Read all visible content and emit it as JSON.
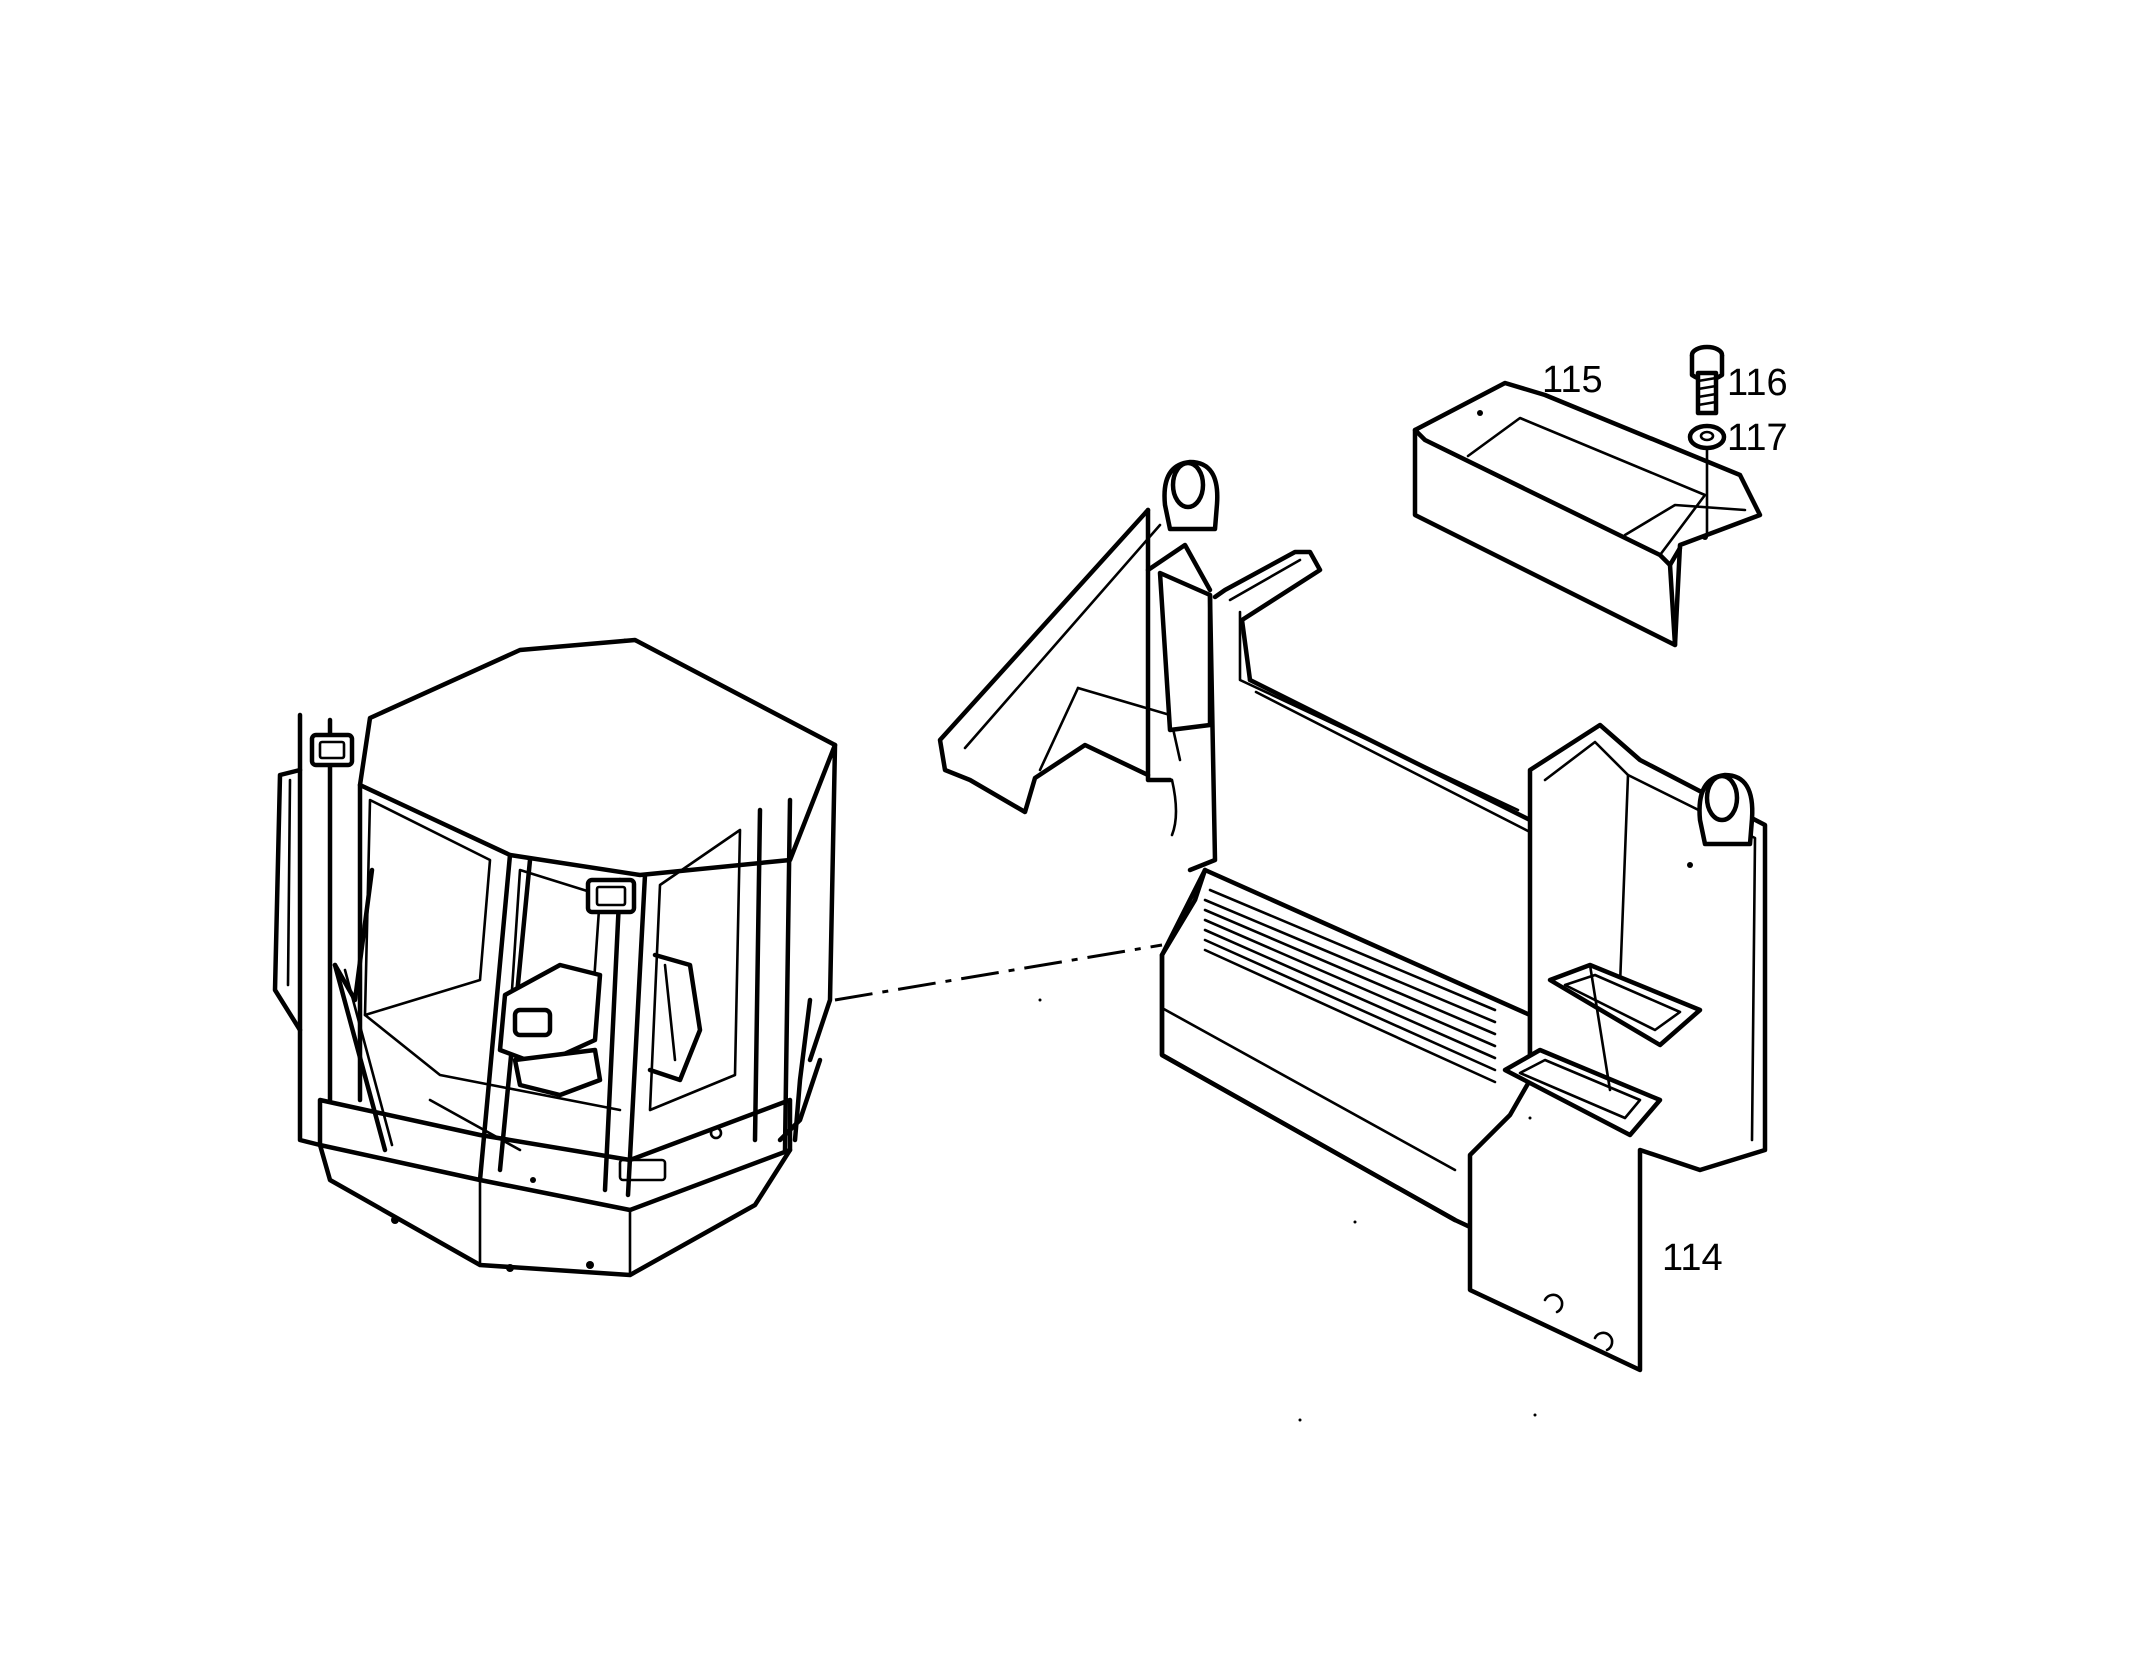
{
  "callouts": {
    "part_114": "114",
    "part_115": "115",
    "part_116": "116",
    "part_117": "117"
  },
  "colors": {
    "ink": "#000000",
    "paper": "#ffffff"
  }
}
